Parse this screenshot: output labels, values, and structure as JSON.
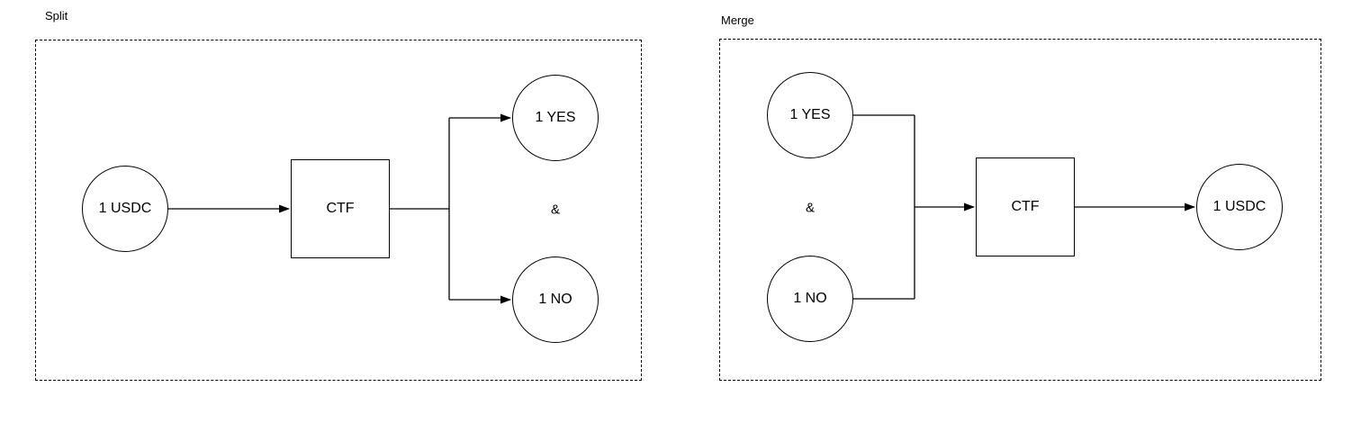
{
  "diagram": {
    "panels": {
      "split": {
        "title": "Split",
        "nodes": {
          "usdc": "1 USDC",
          "ctf": "CTF",
          "yes": "1 YES",
          "no": "1 NO",
          "conjunction": "&"
        }
      },
      "merge": {
        "title": "Merge",
        "nodes": {
          "yes": "1 YES",
          "no": "1 NO",
          "conjunction": "&",
          "ctf": "CTF",
          "usdc": "1 USDC"
        }
      }
    },
    "colors": {
      "stroke": "#000000",
      "text": "#000000",
      "background": "#ffffff"
    }
  }
}
